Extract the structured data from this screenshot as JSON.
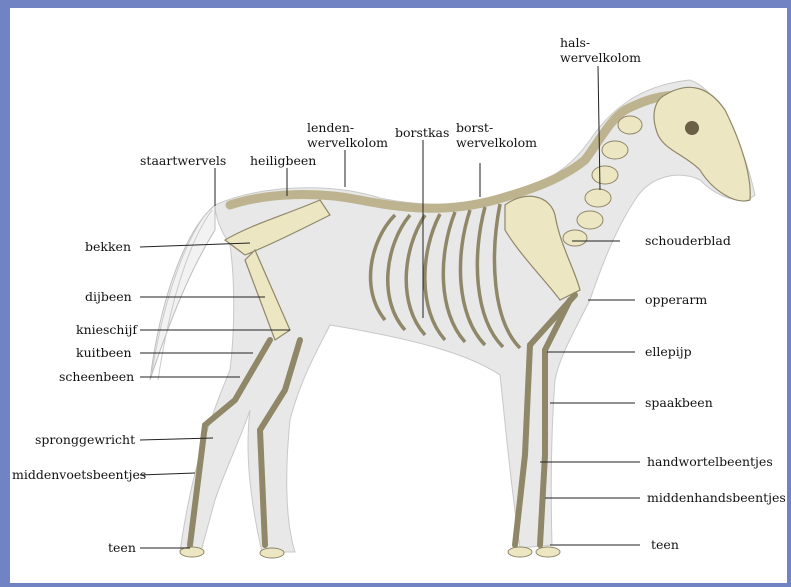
{
  "labels": {
    "hals": "hals-",
    "wervelkolom": "wervelkolom",
    "lenden": "lenden-",
    "lenden_wervelkolom": "wervelkolom",
    "borstkas": "borstkas",
    "borst": "borst-",
    "borst_wervelkolom": "wervelkolom",
    "staartwervels": "staartwervels",
    "heiligbeen": "heiligbeen",
    "bekken": "bekken",
    "dijbeen": "dijbeen",
    "knieschijf": "knieschijf",
    "kuitbeen": "kuitbeen",
    "scheenbeen": "scheenbeen",
    "spronggewricht": "spronggewricht",
    "middenvoetsbeentjes": "middenvoetsbeentjes",
    "teen_left": "teen",
    "schouderblad": "schouderblad",
    "opperarm": "opperarm",
    "ellepijp": "ellepijp",
    "spaakbeen": "spaakbeen",
    "handwortelbeentjes": "handwortelbeentjes",
    "middenhandsbeentjes": "middenhandsbeentjes",
    "teen_right": "teen"
  },
  "colors": {
    "frame": "#7283c4",
    "bone": "#ece6c2",
    "body": "#e6e6e6",
    "line": "#222222"
  }
}
